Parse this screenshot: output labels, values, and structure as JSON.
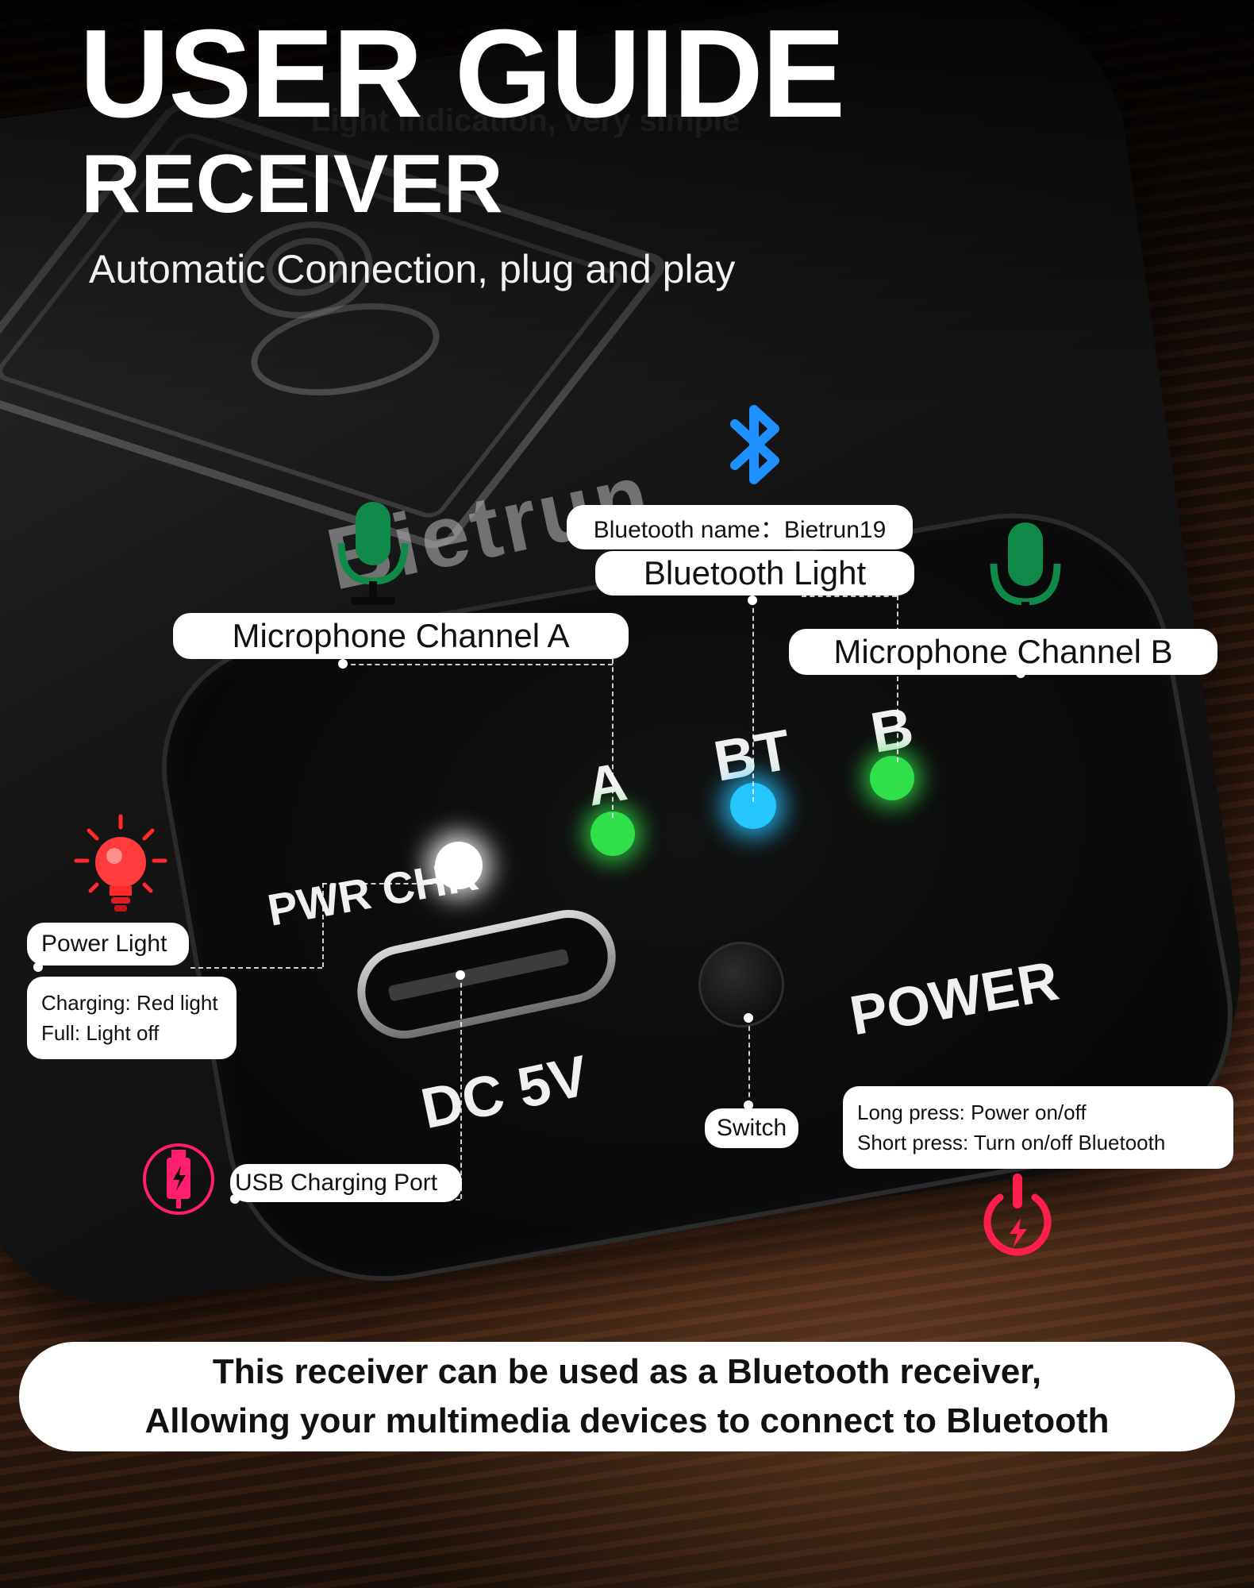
{
  "header": {
    "title": "USER GUIDE",
    "subtitle": "RECEIVER",
    "tagline": "Automatic Connection, plug and play",
    "ghost_text": "Light indication, very simple"
  },
  "device": {
    "brand": "Bietrun",
    "markings": {
      "pwr_chr": "PWR CHR",
      "dc": "DC 5V",
      "power": "POWER",
      "a": "A",
      "bt": "BT",
      "b": "B"
    },
    "led_colors": {
      "power": "#ffffff",
      "a": "#2fe04a",
      "bt": "#25c6ff",
      "b": "#2fe04a"
    }
  },
  "labels": {
    "bluetooth_name": "Bluetooth name：Bietrun19",
    "bluetooth_light": "Bluetooth Light",
    "mic_a": "Microphone Channel A",
    "mic_b": "Microphone Channel B",
    "power_light": "Power Light",
    "charging_line1": "Charging: Red light",
    "charging_line2": "Full: Light off",
    "switch": "Switch",
    "press_line1": "Long press: Power on/off",
    "press_line2": "Short press: Turn on/off Bluetooth",
    "usb_port": "USB Charging Port"
  },
  "icons": {
    "bluetooth": "bluetooth-icon",
    "mic_a": "microphone-icon",
    "mic_b": "microphone-icon",
    "bulb": "lightbulb-icon",
    "usb": "usb-charging-icon",
    "power": "power-icon",
    "colors": {
      "bluetooth": "#1e90ff",
      "mic": "#0f8a4a",
      "bulb": "#ff2a2a",
      "usb": "#ff1f6e",
      "power": "#ff1f4a"
    }
  },
  "banner": {
    "line1": "This receiver can be used as a Bluetooth receiver,",
    "line2": "Allowing your multimedia devices to connect to Bluetooth"
  }
}
